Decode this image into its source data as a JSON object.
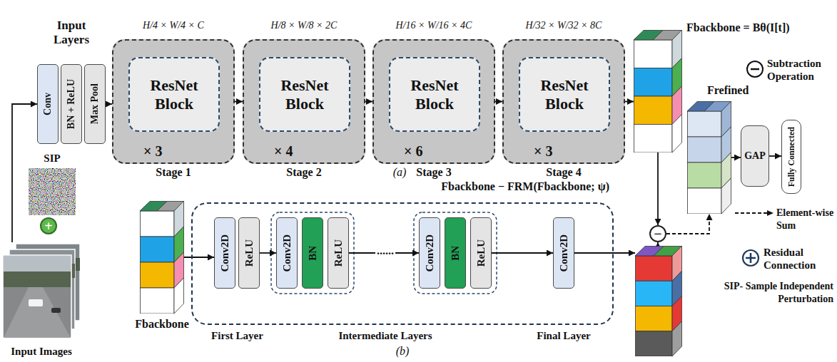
{
  "diagram": {
    "nodes": [
      {
        "text": [
          "Conv"
        ]
      },
      {
        "text": [
          "BN + ReLU"
        ]
      },
      {
        "text": [
          "Max Pool"
        ]
      },
      {
        "text": [
          "× 3",
          "Stage 1"
        ]
      },
      {
        "text": [
          "ResNet Block"
        ],
        "in": 3
      },
      {
        "text": [
          "× 4",
          "Stage 2"
        ]
      },
      {
        "text": [
          "ResNet Block"
        ],
        "in": 5
      },
      {
        "text": [
          "× 6",
          "Stage 3"
        ]
      },
      {
        "text": [
          "ResNet Block"
        ],
        "in": 7
      },
      {
        "text": [
          "× 3",
          "Stage 4"
        ]
      },
      {
        "text": [
          "ResNet Block"
        ],
        "in": 9
      },
      {
        "text": [
          "Fbackbone = Bθ(I[t])"
        ]
      },
      {
        "text": [
          "−"
        ]
      },
      {
        "text": [
          "Frefined"
        ]
      },
      {
        "text": [
          "GAP"
        ]
      },
      {
        "text": [
          "Fully Connected"
        ]
      },
      {
        "text": [
          "SIP"
        ]
      },
      {
        "text": [
          "+"
        ]
      },
      {
        "text": [
          "Input Images"
        ]
      },
      {
        "text": [
          "Fbackbone"
        ]
      },
      {
        "text": [
          "(b)"
        ]
      },
      {
        "text": [
          "Conv2D"
        ],
        "in": 20
      },
      {
        "text": [
          "ReLU"
        ],
        "in": 20
      },
      {
        "text": [
          "Conv2D"
        ],
        "in": 20
      },
      {
        "text": [
          "BN"
        ],
        "in": 20
      },
      {
        "text": [
          "ReLU"
        ],
        "in": 20
      },
      {
        "text": [
          "Conv2D"
        ],
        "in": 20
      },
      {
        "text": [
          "BN"
        ],
        "in": 20
      },
      {
        "text": [
          "ReLU"
        ],
        "in": 20
      },
      {
        "text": [
          "Conv2D"
        ],
        "in": 20
      },
      {
        "text": [
          "Fbackbone − FRM(Fbackbone; ψ)"
        ]
      }
    ],
    "edges": [
      {
        "from": 18,
        "to": 0,
        "arrow": "to"
      },
      {
        "from": 2,
        "to": 3,
        "arrow": "to"
      },
      {
        "from": 3,
        "to": 5,
        "arrow": "to"
      },
      {
        "from": 5,
        "to": 7,
        "arrow": "to"
      },
      {
        "from": 7,
        "to": 9,
        "arrow": "to"
      },
      {
        "from": 9,
        "to": 11,
        "arrow": "to"
      },
      {
        "from": 11,
        "to": 12,
        "arrow": "to"
      },
      {
        "from": 30,
        "to": 12,
        "arrow": "to"
      },
      {
        "from": 12,
        "to": 13,
        "arrow": "to"
      },
      {
        "from": 13,
        "to": 14,
        "arrow": "to"
      },
      {
        "from": 14,
        "to": 15,
        "arrow": "to"
      },
      {
        "from": 19,
        "to": 21,
        "arrow": "to"
      },
      {
        "from": 22,
        "to": 23,
        "arrow": "to"
      },
      {
        "from": 25,
        "to": 26,
        "arrow": "to"
      },
      {
        "from": 28,
        "to": 29,
        "arrow": "to"
      },
      {
        "from": 29,
        "to": 30,
        "arrow": "to"
      }
    ],
    "labels": [
      "Input Layers",
      "H/4 × W/4 × C",
      "H/8 × W/8 × 2C",
      "H/16 × W/16 × 4C",
      "H/32 × W/32 × 8C",
      "(a)",
      "First Layer",
      "Intermediate Layers",
      "......",
      "Final Layer",
      "SIP- Sample Independent Perturbation"
    ],
    "legend": [
      {
        "text": "Subtraction Operation"
      },
      {
        "text": "Element-wise Sum"
      },
      {
        "text": "Residual Connection"
      }
    ]
  }
}
